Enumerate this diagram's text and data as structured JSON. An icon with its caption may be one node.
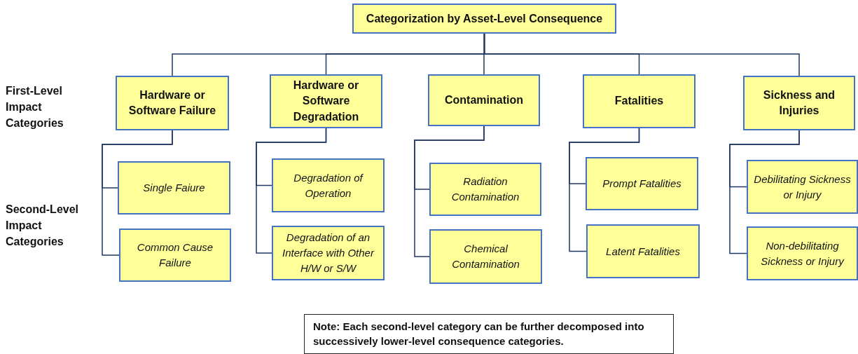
{
  "diagram": {
    "nodes": [
      {
        "text": [
          "Categorization by Asset-Level Consequence"
        ]
      },
      {
        "text": [
          "Hardware or Software Failure"
        ]
      },
      {
        "text": [
          "Single Faiure"
        ]
      },
      {
        "text": [
          "Common Cause Failure"
        ]
      },
      {
        "text": [
          "Hardware or Software Degradation"
        ]
      },
      {
        "text": [
          "Degradation of Operation"
        ]
      },
      {
        "text": [
          "Degradation of an Interface with Other H/W or S/W"
        ]
      },
      {
        "text": [
          "Contamination"
        ]
      },
      {
        "text": [
          "Radiation Contamination"
        ]
      },
      {
        "text": [
          "Chemical Contamination"
        ]
      },
      {
        "text": [
          "Fatalities"
        ]
      },
      {
        "text": [
          "Prompt Fatalities"
        ]
      },
      {
        "text": [
          "Latent Fatalities"
        ]
      },
      {
        "text": [
          "Sickness and Injuries"
        ]
      },
      {
        "text": [
          "Debilitating Sickness or Injury"
        ]
      },
      {
        "text": [
          "Non-debilitating Sickness or Injury"
        ]
      },
      {
        "text": [
          "Note: Each second-level category can be further decomposed into successively lower-level consequence categories."
        ]
      }
    ],
    "edges": [
      {
        "from": 0,
        "to": 1,
        "arrow": "none"
      },
      {
        "from": 0,
        "to": 4,
        "arrow": "none"
      },
      {
        "from": 0,
        "to": 7,
        "arrow": "none"
      },
      {
        "from": 0,
        "to": 10,
        "arrow": "none"
      },
      {
        "from": 0,
        "to": 13,
        "arrow": "none"
      },
      {
        "from": 1,
        "to": 2,
        "arrow": "none"
      },
      {
        "from": 1,
        "to": 3,
        "arrow": "none"
      },
      {
        "from": 4,
        "to": 5,
        "arrow": "none"
      },
      {
        "from": 4,
        "to": 6,
        "arrow": "none"
      },
      {
        "from": 7,
        "to": 8,
        "arrow": "none"
      },
      {
        "from": 7,
        "to": 9,
        "arrow": "none"
      },
      {
        "from": 10,
        "to": 11,
        "arrow": "none"
      },
      {
        "from": 10,
        "to": 12,
        "arrow": "none"
      },
      {
        "from": 13,
        "to": 14,
        "arrow": "none"
      },
      {
        "from": 13,
        "to": 15,
        "arrow": "none"
      }
    ],
    "labels": [
      "First-Level Impact Categories",
      "Second-Level Impact Categories"
    ]
  }
}
